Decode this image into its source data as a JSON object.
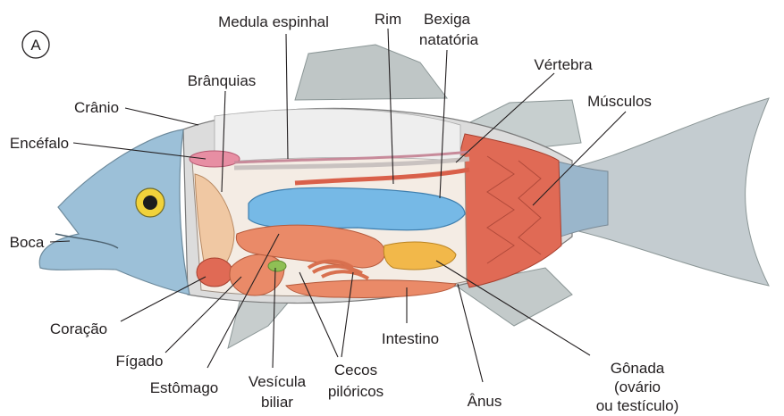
{
  "figure": {
    "panel_letter": "A",
    "labels": {
      "medula": "Medula espinhal",
      "rim": "Rim",
      "bexiga_1": "Bexiga",
      "bexiga_2": "natatória",
      "vertebra": "Vértebra",
      "musculos": "Músculos",
      "branquias": "Brânquias",
      "cranio": "Crânio",
      "encefalo": "Encéfalo",
      "boca": "Boca",
      "coracao": "Coração",
      "figado": "Fígado",
      "estomago": "Estômago",
      "vesicula_1": "Vesícula",
      "vesicula_2": "biliar",
      "cecos_1": "Cecos",
      "cecos_2": "pilóricos",
      "intestino": "Intestino",
      "anus": "Ânus",
      "gonada_1": "Gônada",
      "gonada_2": "(ovário",
      "gonada_3": "ou testículo)"
    }
  },
  "colors": {
    "head": "#9cc0d8",
    "body_skin": "#dcdcdc",
    "tail": "#c4ccd0",
    "muscle": "#e06a55",
    "swim_bladder": "#76b9e6",
    "organ": "#ea8a68",
    "gonad": "#f2b84a",
    "eye": "#f1d23b"
  }
}
